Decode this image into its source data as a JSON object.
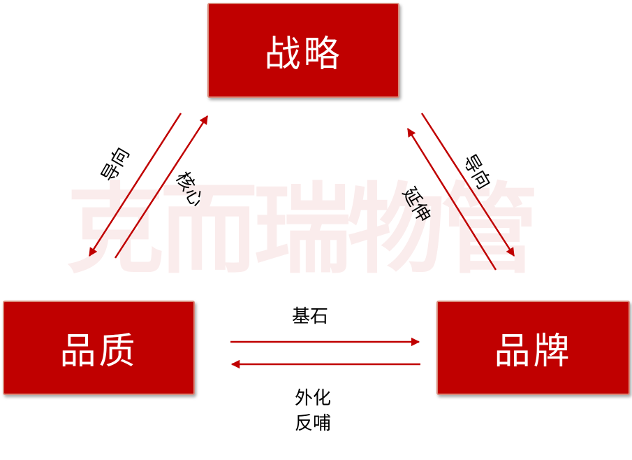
{
  "watermark": "克而瑞物管",
  "nodes": {
    "strategy": "战略",
    "quality": "品质",
    "brand": "品牌"
  },
  "labels": {
    "left_down": "导向",
    "left_up": "核心",
    "right_down": "导向",
    "right_up": "延伸",
    "bottom_top": "基石",
    "bottom_line1": "外化",
    "bottom_line2": "反哺"
  },
  "colors": {
    "node_fill": "#c00000",
    "arrow": "#c00000",
    "watermark": "#f7dede"
  }
}
